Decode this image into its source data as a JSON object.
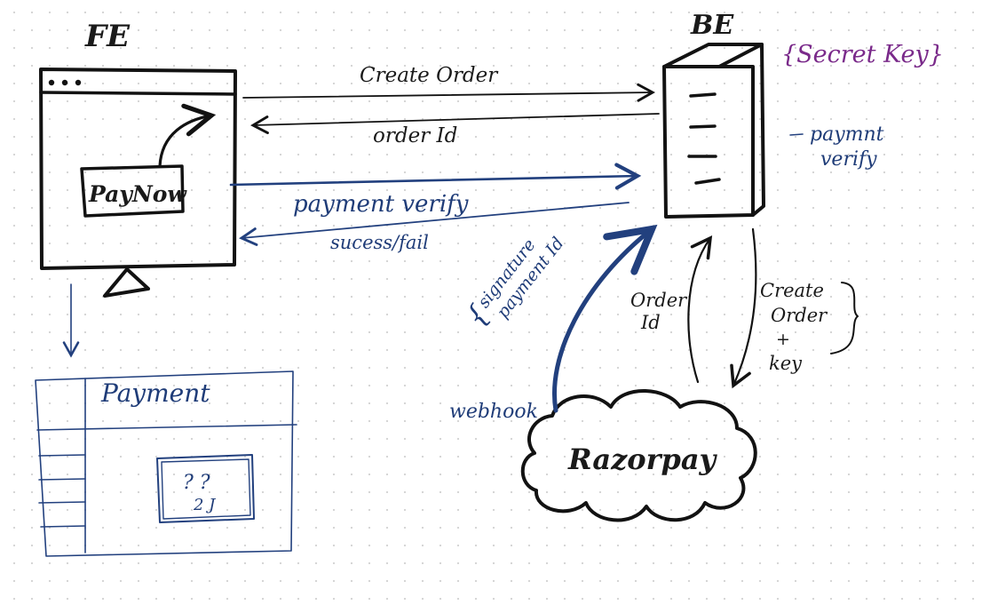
{
  "labels": {
    "fe": "FE",
    "be": "BE",
    "secret_key": "{Secret Key}",
    "pay_now": "PayNow",
    "create_order_top": "Create Order",
    "order_id_top": "order Id",
    "payment_verify": "payment verify",
    "success_fail": "sucess/fail",
    "paymnt_verify_line1": "paymnt",
    "paymnt_verify_line2": "verify",
    "signature_line1": "signature",
    "signature_line2": "payment Id",
    "webhook": "webhook",
    "order_id_vertical_line1": "Order",
    "order_id_vertical_line2": "Id",
    "create_order_key_line1": "Create",
    "create_order_key_line2": "Order",
    "create_order_key_line3": "+",
    "create_order_key_line4": "key",
    "razorpay": "Razorpay",
    "payment_page": "Payment"
  },
  "colors": {
    "ink_dark": "#121212",
    "ink_blue": "#22407e",
    "ink_purple": "#7a2a8a",
    "background": "#ffffff",
    "grid_dot": "#d6d6d6"
  }
}
